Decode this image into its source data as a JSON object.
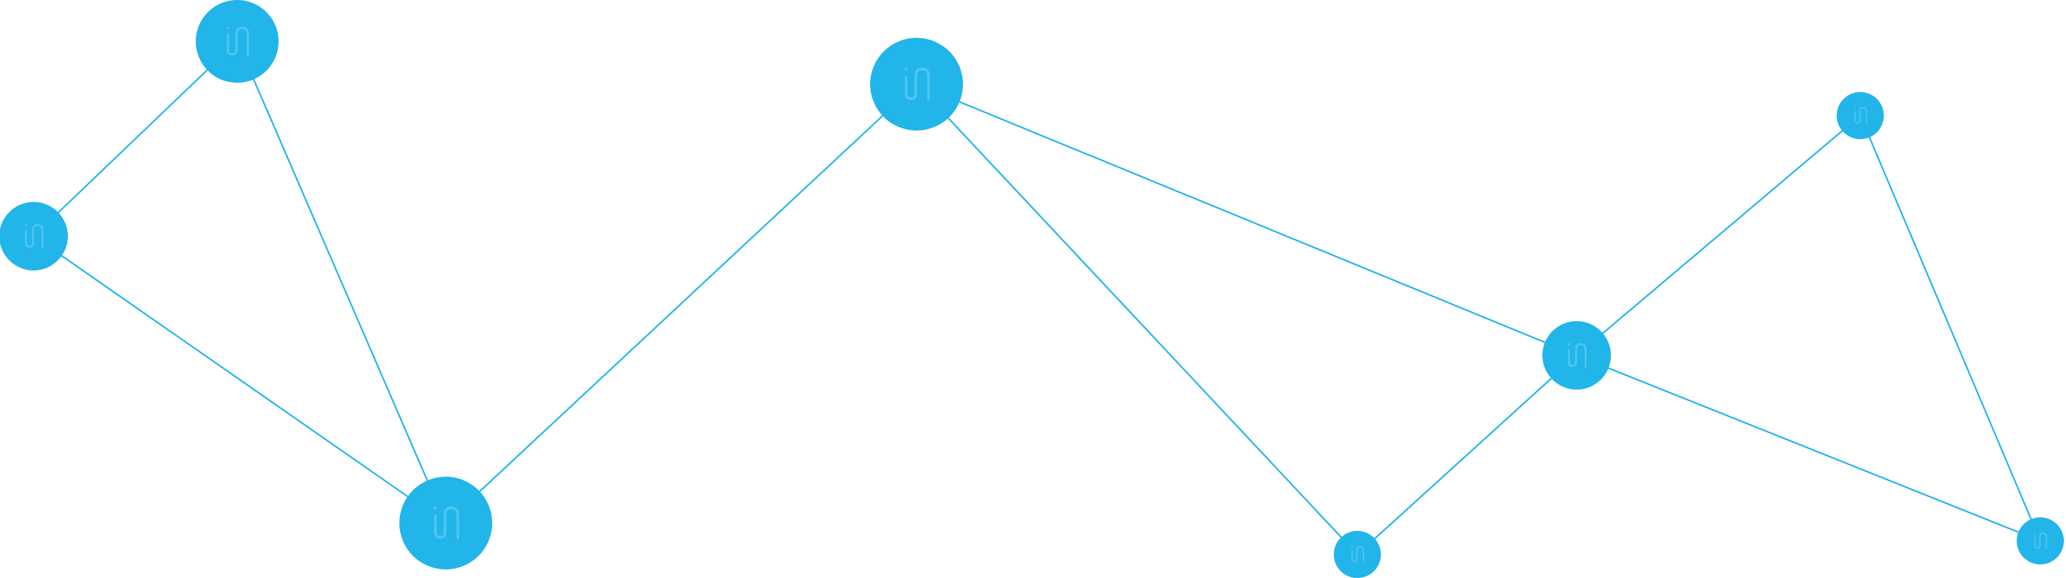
{
  "diagram": {
    "type": "network-graph",
    "node_color": "#22B5EA",
    "edge_color": "#22B5EA",
    "logo_color": "#4FC6EF",
    "background": "#ffffff",
    "nodes": [
      {
        "id": "n1",
        "icon": "in-logo-icon"
      },
      {
        "id": "n2",
        "icon": "in-logo-icon"
      },
      {
        "id": "n3",
        "icon": "in-logo-icon"
      },
      {
        "id": "n4",
        "icon": "in-logo-icon"
      },
      {
        "id": "n5",
        "icon": "in-logo-icon"
      },
      {
        "id": "n6",
        "icon": "in-logo-icon"
      },
      {
        "id": "n7",
        "icon": "in-logo-icon"
      },
      {
        "id": "n8",
        "icon": "in-logo-icon"
      },
      {
        "id": "n9",
        "icon": "in-logo-icon"
      }
    ],
    "edges": [
      {
        "from": "n1",
        "to": "n2"
      },
      {
        "from": "n1",
        "to": "n3"
      },
      {
        "from": "n2",
        "to": "n3"
      },
      {
        "from": "n3",
        "to": "n4"
      },
      {
        "from": "n4",
        "to": "n5"
      },
      {
        "from": "n4",
        "to": "n6"
      },
      {
        "from": "n6",
        "to": "n5"
      },
      {
        "from": "n6",
        "to": "n7"
      },
      {
        "from": "n6",
        "to": "n8"
      },
      {
        "from": "n7",
        "to": "n8"
      }
    ]
  }
}
